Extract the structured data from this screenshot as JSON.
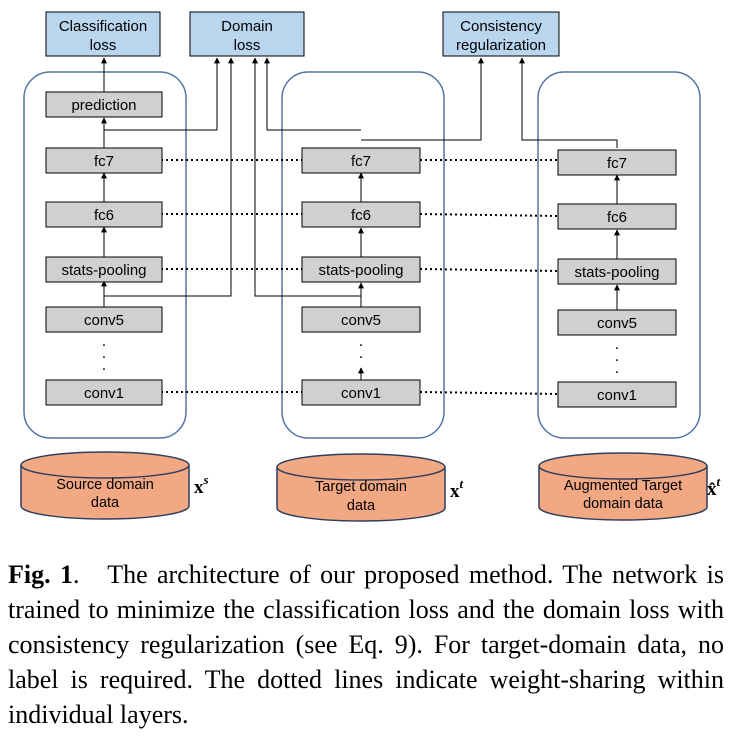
{
  "losses": {
    "classification": [
      "Classification",
      "loss"
    ],
    "domain": [
      "Domain",
      "loss"
    ],
    "consistency": [
      "Consistency",
      "regularization"
    ]
  },
  "layers": {
    "prediction": "prediction",
    "fc7": "fc7",
    "fc6": "fc6",
    "stats_pooling": "stats-pooling",
    "conv5": "conv5",
    "conv1": "conv1",
    "ellipsis": "."
  },
  "databases": {
    "source": {
      "lines": [
        "Source domain",
        "data"
      ],
      "symbol": "x",
      "superscript": "s"
    },
    "target": {
      "lines": [
        "Target domain",
        "data"
      ],
      "symbol": "x",
      "superscript": "t"
    },
    "augmented": {
      "lines": [
        "Augmented Target",
        "domain data"
      ],
      "symbol": "x̂",
      "superscript": "t"
    }
  },
  "caption": {
    "label": "Fig. 1",
    "punct": ".",
    "text": "The architecture of our proposed method. The network is trained to minimize the classification loss and the domain loss with consistency regularization (see Eq. 9). For target-domain data, no label is required. The dotted lines indicate weight-sharing within individual layers."
  },
  "colors": {
    "loss_fill": "#b9d6ee",
    "layer_fill": "#d0d0d0",
    "container_stroke": "#5474a6",
    "db_fill": "#f2a983",
    "db_stroke": "#2f3e5e"
  }
}
